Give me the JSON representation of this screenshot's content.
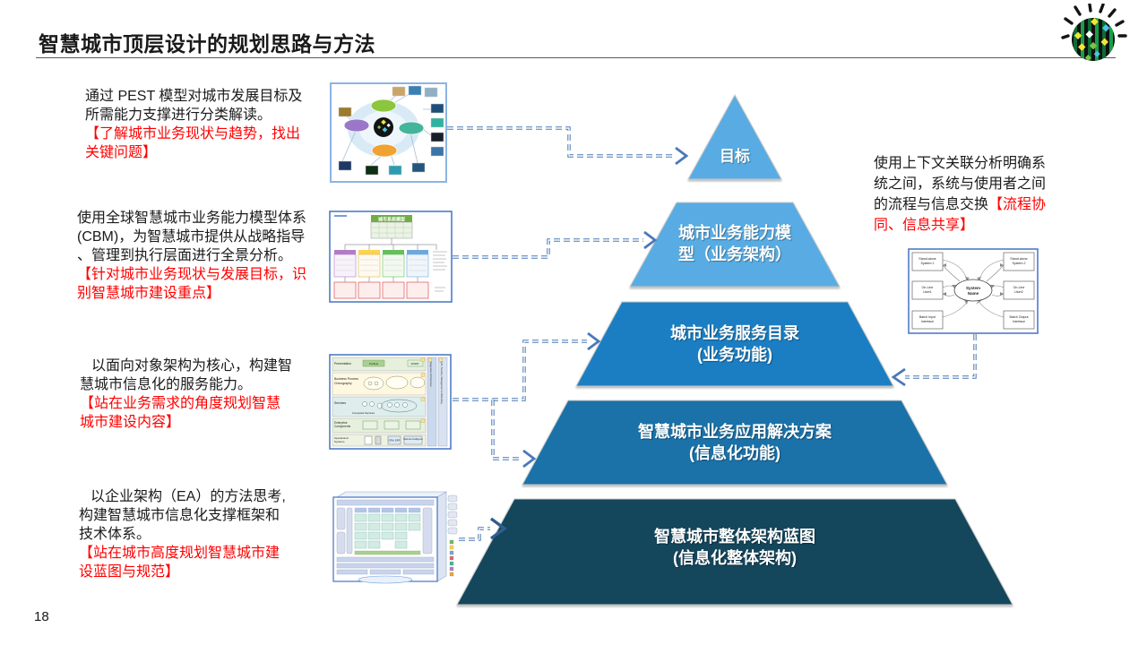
{
  "slide": {
    "title": "智慧城市顶层设计的规划思路与方法",
    "page_number": "18"
  },
  "colors": {
    "note_red": "#ff0000",
    "connector_blue": "#4b79b7",
    "title_rule_gray": "#595959"
  },
  "notes": {
    "pest": {
      "black": [
        "通过 PEST 模型对城市发展目标及",
        "所需能力支撑进行分类解读。"
      ],
      "red": [
        "【了解城市业务现状与趋势，找出",
        "关键问题】"
      ]
    },
    "cbm": {
      "black": [
        "使用全球智慧城市业务能力模型体系",
        "(CBM)，为智慧城市提供从战略指导",
        "、管理到执行层面进行全景分析。"
      ],
      "red": [
        "【针对城市业务现状与发展目标，识",
        "别智慧城市建设重点】"
      ]
    },
    "soa": {
      "black": [
        "以面向对象架构为核心，构建智",
        "慧城市信息化的服务能力。"
      ],
      "red": [
        "【站在业务需求的角度规划智慧",
        "城市建设内容】"
      ]
    },
    "ea": {
      "black": [
        "以企业架构（EA）的方法思考,",
        "构建智慧城市信息化支撑框架和",
        "技术体系。"
      ],
      "red": [
        "【站在城市高度规划智慧城市建",
        "设蓝图与规范】"
      ]
    },
    "context": {
      "l1": "使用上下文关联分析明确系",
      "l2": "统之间，系统与使用者之间",
      "l3_black": "的流程与信息交换",
      "l3_red": "【流程协",
      "l4": "同、信息共享】"
    }
  },
  "pyramid": {
    "levels": [
      {
        "lines": [
          "目标"
        ],
        "color": "#58ace3"
      },
      {
        "lines": [
          "城市业务能力模",
          "型（业务架构）"
        ],
        "color": "#58ace3"
      },
      {
        "lines": [
          "城市业务服务目录",
          "(业务功能)"
        ],
        "color": "#1b7ec2"
      },
      {
        "lines": [
          "智慧城市业务应用解决方案",
          "(信息化功能)"
        ],
        "color": "#1a72a9"
      },
      {
        "lines": [
          "智慧城市整体架构蓝图",
          "(信息化整体架构)"
        ],
        "color": "#14465c"
      }
    ]
  },
  "thumbnails": {
    "cbm_model": {
      "title": "城市系统模型"
    },
    "soa_stack": {
      "rows": [
        "Presentation",
        "Business Process",
        "Chorography",
        "Services",
        "Enterprise",
        "Components",
        "Operational",
        "Systems"
      ],
      "items": {
        "portlets": "Portlets",
        "wsrp": "WSRP",
        "composite": "Composite Services",
        "crm": "CRM, ERP",
        "bi": "Business Intelligence"
      },
      "bars": {
        "integration": "Integration Architecture",
        "qos": "QoS, Security, Management & Monitoring"
      }
    },
    "system_context": {
      "center1": "System",
      "center2": "Name",
      "boxes": [
        {
          "l1": "Stand-alone",
          "l2": "System 1"
        },
        {
          "l1": "Stand-alone",
          "l2": "System 2"
        },
        {
          "l1": "On-Line",
          "l2": "User1"
        },
        {
          "l1": "On-Line",
          "l2": "User2"
        },
        {
          "l1": "Batch Input",
          "l2": "Interface"
        },
        {
          "l1": "Batch Output",
          "l2": "Interface"
        }
      ]
    }
  }
}
